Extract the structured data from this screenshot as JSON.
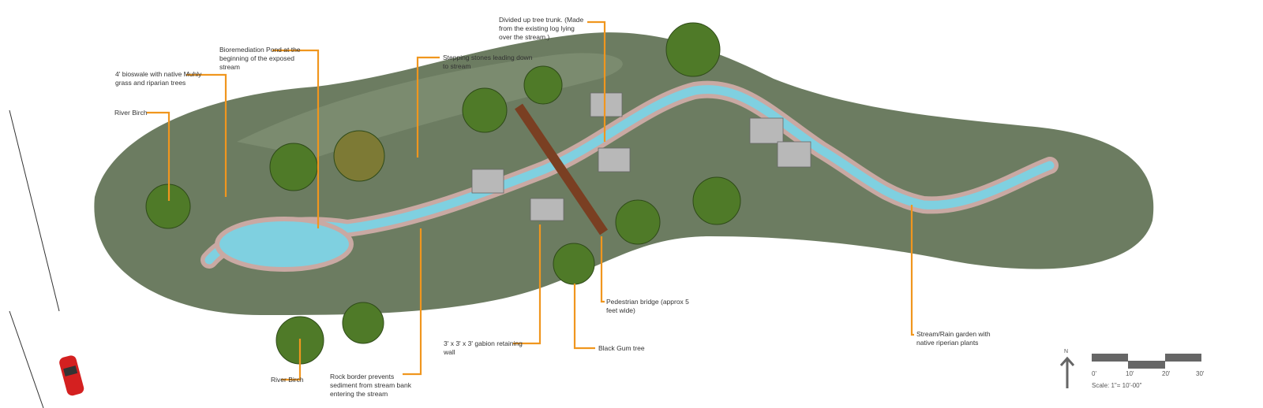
{
  "labels": {
    "bioswale": "4' bioswale with native Muhly\ngrass and riparian trees",
    "river_birch_top": "River Birch",
    "bioremediation_pond": "Bioremediation Pond at the\nbeginning of the exposed\nstream",
    "stepping_stones": "Stepping stones leading down\nto stream",
    "tree_trunk": "Divided up tree trunk. (Made\nfrom the existing log lying\nover the stream.)",
    "river_birch_bottom": "River Birch",
    "rock_border": "Rock border prevents\nsediment from stream bank\nentering the stream",
    "gabion_wall": "3' x 3' x 3' gabion retaining\nwall",
    "black_gum": "Black Gum tree",
    "pedestrian_bridge": "Pedestrian bridge (approx 5\nfeet wide)",
    "rain_garden": "Stream/Rain garden with\nnative riperian plants"
  },
  "north_arrow": {
    "label": "N"
  },
  "scale_bar": {
    "ticks": [
      "0'",
      "10'",
      "20'",
      "30'"
    ],
    "text": "Scale: 1\"= 10'-00\""
  },
  "colors": {
    "leader": "#f0961e",
    "grass": "#56684a",
    "water": "#7fd0e0",
    "bridge": "#7a3f22",
    "car": "#d42020"
  }
}
